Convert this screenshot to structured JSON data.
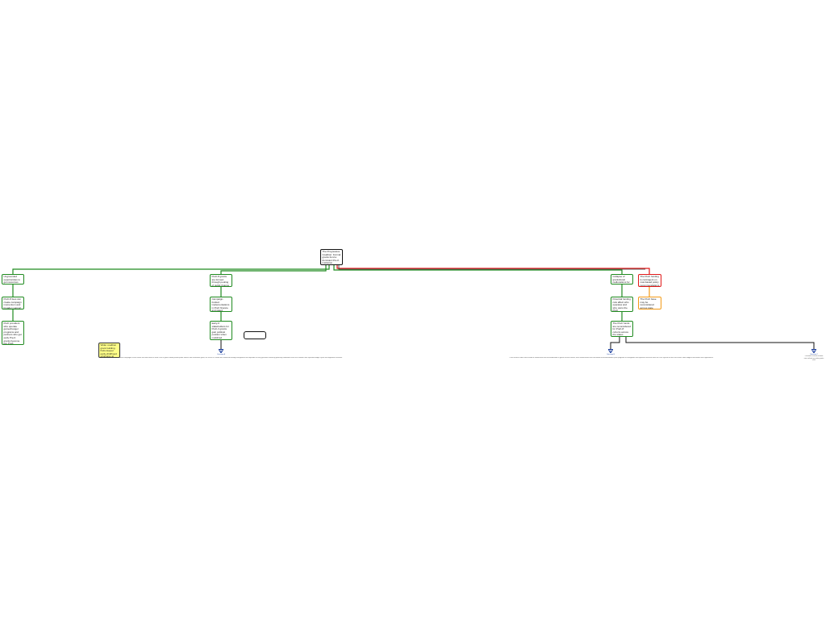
{
  "diagram": {
    "root": {
      "text": "The Progressive Coalition: Formal grants fund a dominant Pre-K institution"
    },
    "left_branch": [
      {
        "text": "Ungrounded opportunities to get resources"
      },
      {
        "text": "PreK-8 fees can create campaign momentum and broaden support"
      },
      {
        "text": "PreK providers who operate gamechanger programs and partners who get early Pre-K grants become key PreK reference"
      }
    ],
    "center_branch": [
      {
        "text": "PreK-8 grants are formed through pooling of public finance"
      },
      {
        "text": "Campaign-funded implementations in PreK finance and gated resources eventually"
      },
      {
        "text": "Early-K stakeholders for PreK-3 grants gain political position when mobilized"
      }
    ],
    "yellow_note": {
      "text": "Wider coalition grant building finds deeper early-childhood structures at state level"
    },
    "empty_box": {
      "text": ""
    },
    "right_branch": [
      {
        "text": "Collapse of grants/local reallocations for PreK programs"
      },
      {
        "text": "Potential funding cuts affect who operates and who owns the PreK"
      },
      {
        "text": "The PreK funds are reconsidered for PreK-8 cohorts across the states"
      }
    ],
    "red_node": {
      "text": "The PreK funding is contingent on cost-based policy recommendations"
    },
    "orange_node": {
      "text": "The PreK base may be reconsidered across state grants"
    },
    "terminals": {
      "center": {
        "label": "Outcome A"
      },
      "right_a": {
        "label": "Outcome B"
      },
      "right_b": {
        "label": "Outcome C"
      }
    },
    "captions": {
      "center": "Sub-PreK coalitions coordinate campaigns across states and local districts while PreK-8 grants follow pooled public finance and enrollment goals; the result is a stable but contested funding arrangement that depends on early grantees remaining politically mobilized across the coalition over repeated budget cycles and legislative sessions.",
      "right": "PreK finance under stress leads to reallocation and reconsideration of grants across cohorts; local reallocations and cost-based recommendations push programs to renegotiate who operates and who owns the PreK system across successive state budgets and district level agreements.",
      "far_right": "Coalitions re-form around new cohorts as state grants shift"
    },
    "colors": {
      "green": "#1f8a1f",
      "red": "#e01818",
      "orange": "#f39a16",
      "black": "#111111",
      "blue": "#1c3f9e",
      "yellow_fill": "#ffff88"
    }
  }
}
